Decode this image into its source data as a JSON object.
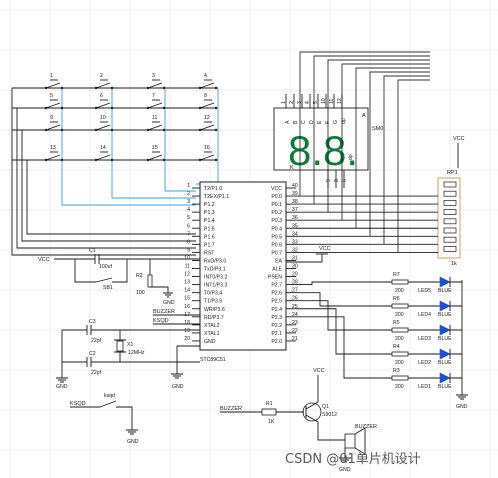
{
  "keypad": {
    "keys": [
      "1",
      "2",
      "3",
      "4",
      "5",
      "6",
      "7",
      "8",
      "9",
      "10",
      "11",
      "12",
      "13",
      "14",
      "15",
      "16"
    ]
  },
  "mcu": {
    "name": "STC89C51",
    "left_pins": [
      {
        "num": "1",
        "name": "T2/P1.0"
      },
      {
        "num": "2",
        "name": "T2EX/P1.1"
      },
      {
        "num": "3",
        "name": "P1.2"
      },
      {
        "num": "4",
        "name": "P1.3"
      },
      {
        "num": "5",
        "name": "P1.4"
      },
      {
        "num": "6",
        "name": "P1.5"
      },
      {
        "num": "7",
        "name": "P1.6"
      },
      {
        "num": "8",
        "name": "P1.7"
      },
      {
        "num": "9",
        "name": "RST"
      },
      {
        "num": "10",
        "name": "RxD/P3.0"
      },
      {
        "num": "11",
        "name": "TxD/P3.1"
      },
      {
        "num": "12",
        "name": "INT0/P3.2"
      },
      {
        "num": "13",
        "name": "INT1/P3.3"
      },
      {
        "num": "14",
        "name": "T0/P3.4"
      },
      {
        "num": "15",
        "name": "T1/P3.5"
      },
      {
        "num": "16",
        "name": "WR/P3.6"
      },
      {
        "num": "17",
        "name": "RD/P3.7"
      },
      {
        "num": "18",
        "name": "XTAL2"
      },
      {
        "num": "19",
        "name": "XTAL1"
      },
      {
        "num": "20",
        "name": "GND"
      }
    ],
    "right_pins": [
      {
        "num": "40",
        "name": "VCC"
      },
      {
        "num": "39",
        "name": "P0.0"
      },
      {
        "num": "38",
        "name": "P0.1"
      },
      {
        "num": "37",
        "name": "P0.2"
      },
      {
        "num": "36",
        "name": "P0.3"
      },
      {
        "num": "35",
        "name": "P0.4"
      },
      {
        "num": "34",
        "name": "P0.5"
      },
      {
        "num": "33",
        "name": "P0.6"
      },
      {
        "num": "32",
        "name": "P0.7"
      },
      {
        "num": "31",
        "name": "EA"
      },
      {
        "num": "30",
        "name": "ALE"
      },
      {
        "num": "29",
        "name": "PSEN"
      },
      {
        "num": "28",
        "name": "P2.7"
      },
      {
        "num": "27",
        "name": "P2.6"
      },
      {
        "num": "26",
        "name": "P2.5"
      },
      {
        "num": "25",
        "name": "P2.4"
      },
      {
        "num": "24",
        "name": "P2.3"
      },
      {
        "num": "23",
        "name": "P2.2"
      },
      {
        "num": "22",
        "name": "P2.1"
      },
      {
        "num": "21",
        "name": "P2.0"
      }
    ]
  },
  "display": {
    "ref": "SM0",
    "digits": "8.8.",
    "segments": [
      "A",
      "B",
      "C",
      "D",
      "E",
      "F",
      "G",
      "dp"
    ],
    "com_pins": [
      "9",
      "8",
      "6"
    ],
    "k_label": "K",
    "a_label": "A",
    "top_pins": [
      "1",
      "2",
      "3",
      "4",
      "5",
      "10",
      "11",
      "12"
    ]
  },
  "resistor_pack": {
    "ref": "RP1",
    "value": "1k",
    "vcc": "VCC"
  },
  "reset": {
    "vcc": "VCC",
    "c1_ref": "C1",
    "c1_value": "100uf",
    "sw_ref": "SB1",
    "r2_ref": "R2",
    "r2_value": "100",
    "gnd": "GND"
  },
  "buzzer_nets": {
    "buzzer": "BUZZER",
    "ksqd": "KSQD"
  },
  "crystal": {
    "c3_ref": "C3",
    "c3_value": "22pf",
    "c2_ref": "C2",
    "c2_value": "22pf",
    "x_ref": "X1",
    "x_value": "12MHz",
    "gnd": "GND"
  },
  "ea_vcc": "VCC",
  "mcu_gnd": "GND",
  "leds": [
    {
      "r": "R7",
      "rv": "200",
      "led": "LED5",
      "color": "BLUE"
    },
    {
      "r": "R6",
      "rv": "200",
      "led": "LED4",
      "color": "BLUE"
    },
    {
      "r": "R5",
      "rv": "200",
      "led": "LED3",
      "color": "BLUE"
    },
    {
      "r": "R4",
      "rv": "200",
      "led": "LED2",
      "color": "BLUE"
    },
    {
      "r": "R3",
      "rv": "200",
      "led": "LED1",
      "color": "BLUE"
    }
  ],
  "led_gnd": "GND",
  "ksqd_switch": {
    "net": "KSQD",
    "label": "ksqd",
    "gnd": "GND"
  },
  "driver": {
    "net_in": "BUZZER",
    "r1_ref": "R1",
    "r1_value": "1K",
    "q_ref": "Q1",
    "q_value": "S9012",
    "vcc": "VCC",
    "buzzer_label": "BUZZER",
    "gnd": "GND"
  },
  "watermark": "CSDN @01单片机设计"
}
